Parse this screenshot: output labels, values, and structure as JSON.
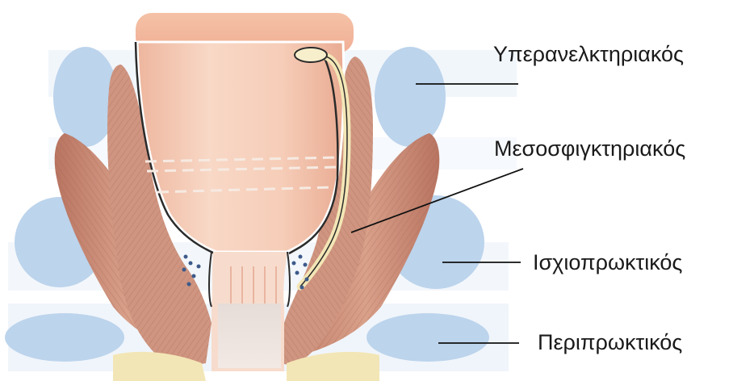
{
  "labels": {
    "supralevator": "Υπερανελκτηριακός",
    "intersphincteric": "Μεσοσφιγκτηριακός",
    "ischiorectal": "Ισχιοπρωκτικός",
    "perianal": "Περιπρωκτικός"
  },
  "colors": {
    "space_blue": "#bcd4ec",
    "rectum_wall": "#f2c3aa",
    "rectum_rim": "#f0b49b",
    "muscle": "#c98a73",
    "muscle_light": "#e2b3a0",
    "muscle_fiber": "#9e5e4a",
    "fat": "#f3e6b6",
    "leader_line": "#111111"
  }
}
